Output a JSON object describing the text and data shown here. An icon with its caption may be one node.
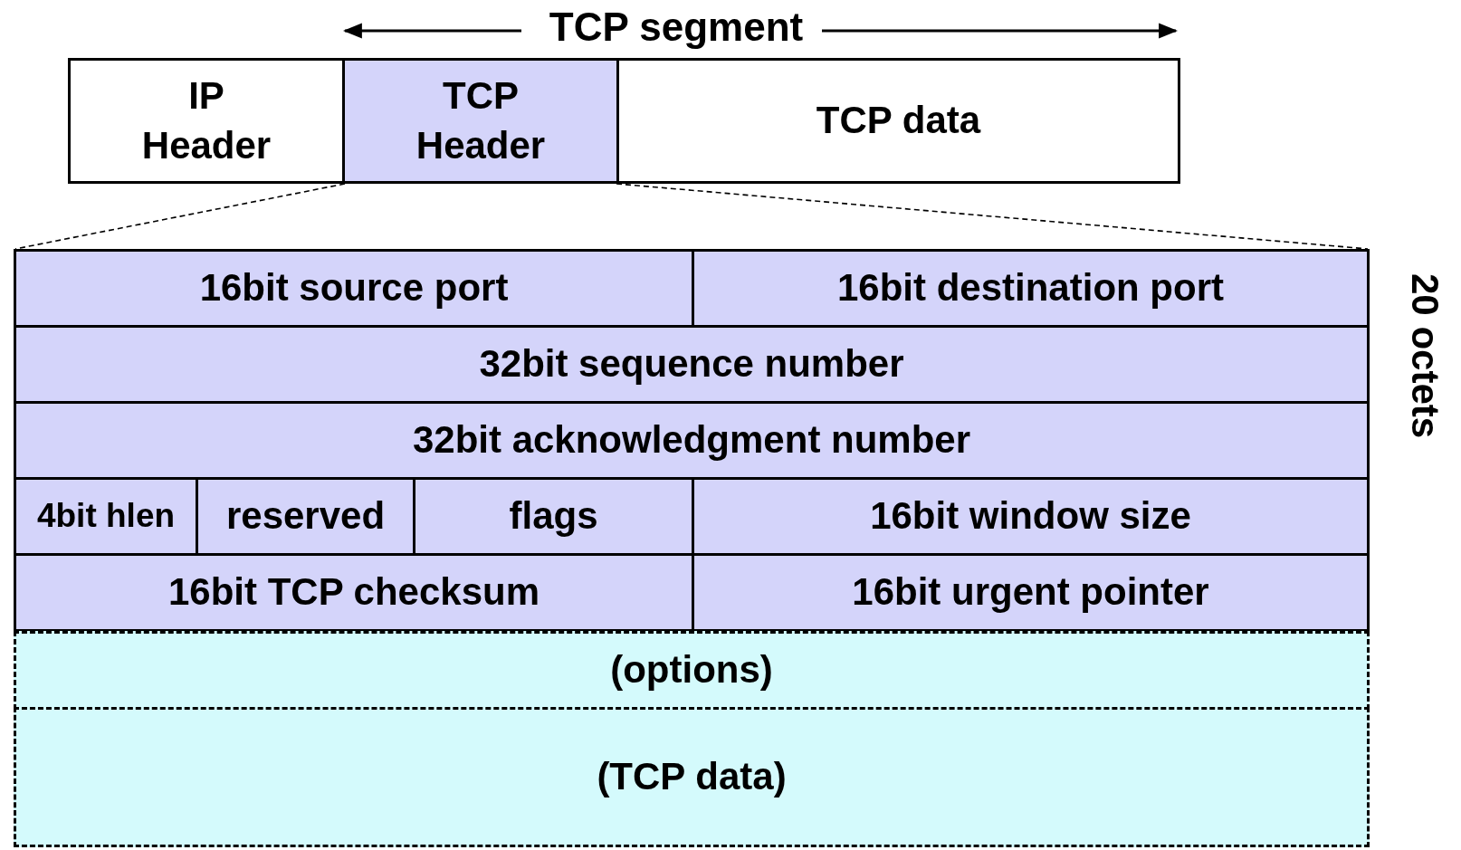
{
  "diagram": {
    "nodes": [
      {
        "text": [
          "IP Header"
        ]
      },
      {
        "text": [
          "TCP Header"
        ]
      },
      {
        "text": [
          "TCP data"
        ]
      },
      {
        "text": [],
        "shape": "box"
      },
      {
        "text": [
          "16bit source port"
        ],
        "in": 3
      },
      {
        "text": [
          "16bit destination port"
        ],
        "in": 3
      },
      {
        "text": [
          "32bit sequence number"
        ],
        "in": 3
      },
      {
        "text": [
          "32bit acknowledgment number"
        ],
        "in": 3
      },
      {
        "text": [
          "4bit hlen"
        ],
        "in": 3
      },
      {
        "text": [
          "reserved"
        ],
        "in": 3
      },
      {
        "text": [
          "flags"
        ],
        "in": 3
      },
      {
        "text": [
          "16bit window size"
        ],
        "in": 3
      },
      {
        "text": [
          "16bit TCP checksum"
        ],
        "in": 3
      },
      {
        "text": [
          "16bit urgent pointer"
        ],
        "in": 3
      },
      {
        "text": [
          "(options)"
        ]
      },
      {
        "text": [
          "(TCP data)"
        ]
      }
    ],
    "edges": [
      {
        "from": 1,
        "to": 3,
        "arrow": "none",
        "style": "dashed"
      },
      {
        "from": 1,
        "to": 3,
        "arrow": "none",
        "style": "dashed"
      }
    ],
    "labels": [
      "TCP segment",
      "20 octets"
    ]
  }
}
